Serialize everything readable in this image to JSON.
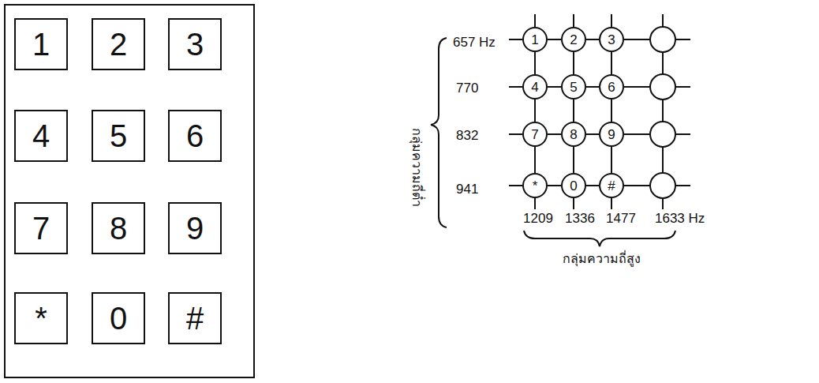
{
  "diagram": {
    "nodes": [
      {
        "text": [
          "1"
        ]
      },
      {
        "text": [
          "2"
        ]
      },
      {
        "text": [
          "3"
        ]
      },
      {
        "text": [
          "4"
        ]
      },
      {
        "text": [
          "5"
        ]
      },
      {
        "text": [
          "6"
        ]
      },
      {
        "text": [
          "7"
        ]
      },
      {
        "text": [
          "8"
        ]
      },
      {
        "text": [
          "9"
        ]
      },
      {
        "text": [
          "*"
        ]
      },
      {
        "text": [
          "0"
        ]
      },
      {
        "text": [
          "#"
        ]
      },
      {
        "text": [
          "1"
        ]
      },
      {
        "text": [
          "2"
        ]
      },
      {
        "text": [
          "3"
        ]
      },
      {
        "text": [
          "4"
        ]
      },
      {
        "text": [
          "5"
        ]
      },
      {
        "text": [
          "6"
        ]
      },
      {
        "text": [
          "7"
        ]
      },
      {
        "text": [
          "8"
        ]
      },
      {
        "text": [
          "9"
        ]
      },
      {
        "text": [
          "*"
        ]
      },
      {
        "text": [
          "0"
        ]
      },
      {
        "text": [
          "#"
        ]
      }
    ],
    "edges": [
      {
        "from": 12,
        "to": 13,
        "arrow": "none"
      },
      {
        "from": 13,
        "to": 14,
        "arrow": "none"
      },
      {
        "from": 15,
        "to": 16,
        "arrow": "none"
      },
      {
        "from": 16,
        "to": 17,
        "arrow": "none"
      },
      {
        "from": 18,
        "to": 19,
        "arrow": "none"
      },
      {
        "from": 19,
        "to": 20,
        "arrow": "none"
      },
      {
        "from": 21,
        "to": 22,
        "arrow": "none"
      },
      {
        "from": 22,
        "to": 23,
        "arrow": "none"
      },
      {
        "from": 12,
        "to": 15,
        "arrow": "none"
      },
      {
        "from": 15,
        "to": 18,
        "arrow": "none"
      },
      {
        "from": 18,
        "to": 21,
        "arrow": "none"
      },
      {
        "from": 13,
        "to": 16,
        "arrow": "none"
      },
      {
        "from": 16,
        "to": 19,
        "arrow": "none"
      },
      {
        "from": 19,
        "to": 22,
        "arrow": "none"
      },
      {
        "from": 14,
        "to": 17,
        "arrow": "none"
      },
      {
        "from": 17,
        "to": 20,
        "arrow": "none"
      },
      {
        "from": 20,
        "to": 23,
        "arrow": "none"
      }
    ],
    "labels": [
      "กลุ่มความถี่ต่ำ",
      "657 Hz",
      "770",
      "832",
      "941",
      "1209",
      "1336",
      "1477",
      "1633 Hz",
      "กลุ่มความถี่สูง"
    ]
  }
}
